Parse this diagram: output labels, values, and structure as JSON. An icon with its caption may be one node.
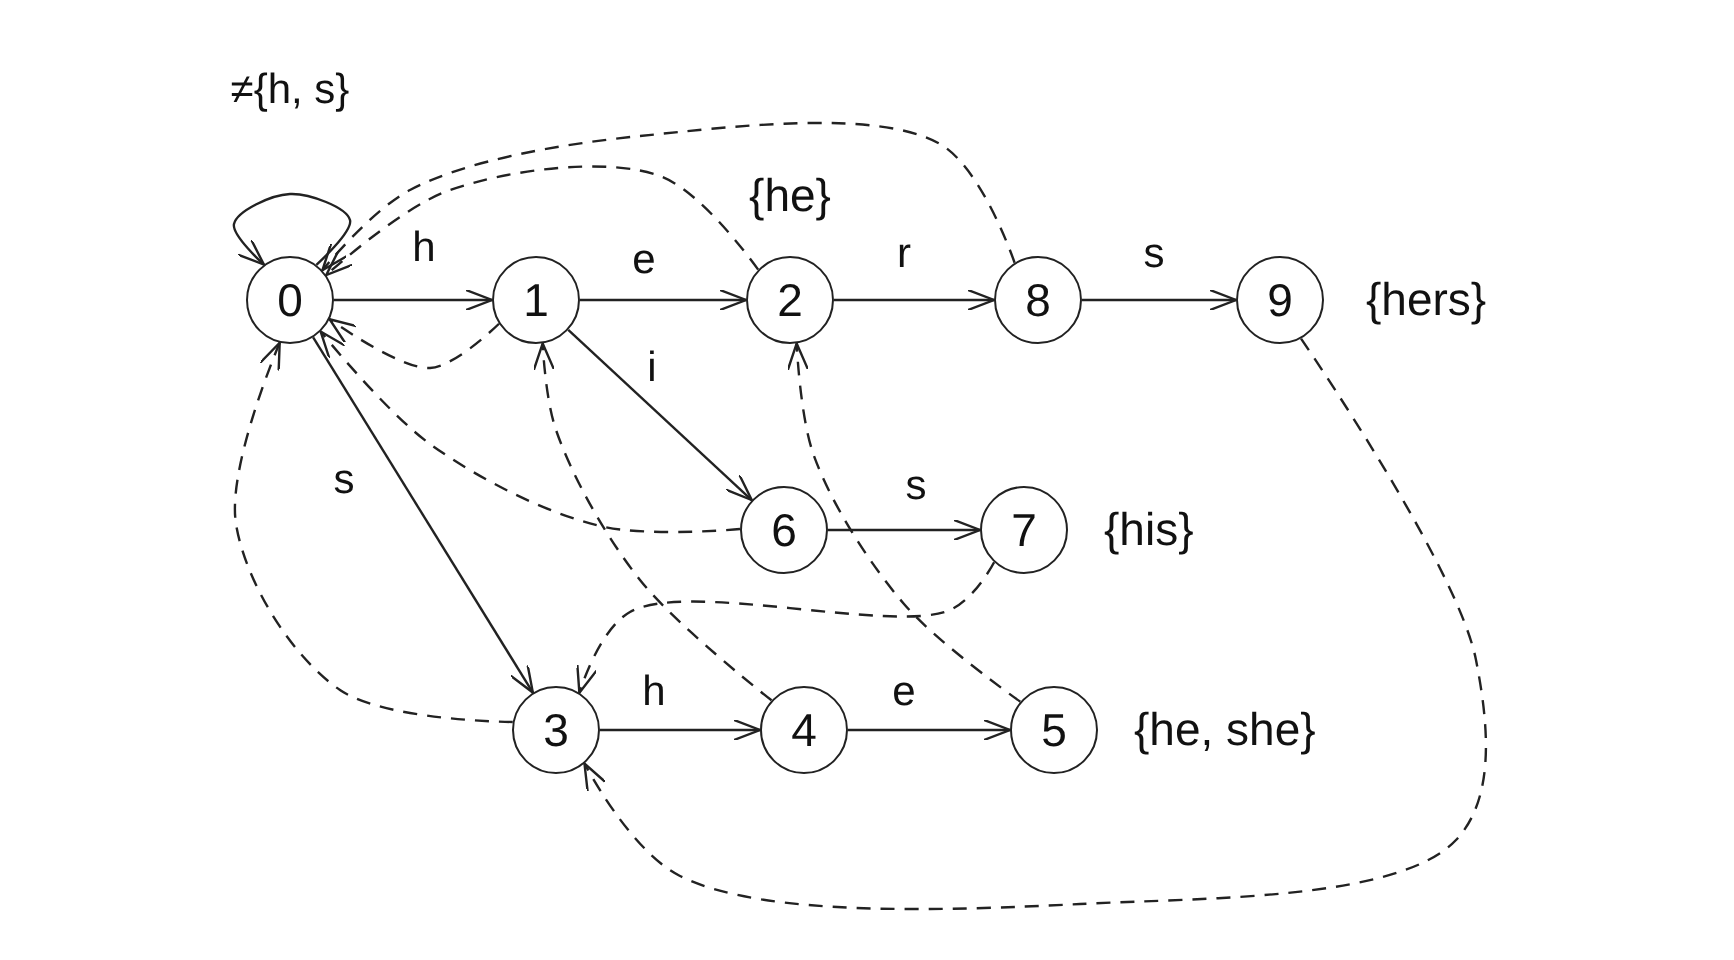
{
  "diagram": {
    "nodes": [
      {
        "text": [
          "0"
        ]
      },
      {
        "text": [
          "1"
        ]
      },
      {
        "text": [
          "2"
        ],
        "beside": [
          "{he}"
        ]
      },
      {
        "text": [
          "3"
        ]
      },
      {
        "text": [
          "4"
        ]
      },
      {
        "text": [
          "5"
        ],
        "beside": [
          "{he, she}"
        ]
      },
      {
        "text": [
          "6"
        ]
      },
      {
        "text": [
          "7"
        ],
        "beside": [
          "{his}"
        ]
      },
      {
        "text": [
          "8"
        ]
      },
      {
        "text": [
          "9"
        ],
        "beside": [
          "{hers}"
        ]
      }
    ],
    "edges": [
      {
        "from": 0,
        "to": 0,
        "arrow": "to",
        "label": "≠{h, s}"
      },
      {
        "from": 0,
        "to": 1,
        "arrow": "to",
        "label": "h"
      },
      {
        "from": 1,
        "to": 2,
        "arrow": "to",
        "label": "e"
      },
      {
        "from": 2,
        "to": 8,
        "arrow": "to",
        "label": "r"
      },
      {
        "from": 8,
        "to": 9,
        "arrow": "to",
        "label": "s"
      },
      {
        "from": 1,
        "to": 6,
        "arrow": "to",
        "label": "i"
      },
      {
        "from": 6,
        "to": 7,
        "arrow": "to",
        "label": "s"
      },
      {
        "from": 0,
        "to": 3,
        "arrow": "to",
        "label": "s"
      },
      {
        "from": 3,
        "to": 4,
        "arrow": "to",
        "label": "h"
      },
      {
        "from": 4,
        "to": 5,
        "arrow": "to",
        "label": "e"
      },
      {
        "from": 1,
        "to": 0,
        "arrow": "to",
        "style": "dashed"
      },
      {
        "from": 2,
        "to": 0,
        "arrow": "to",
        "style": "dashed"
      },
      {
        "from": 8,
        "to": 0,
        "arrow": "to",
        "style": "dashed"
      },
      {
        "from": 6,
        "to": 0,
        "arrow": "to",
        "style": "dashed"
      },
      {
        "from": 3,
        "to": 0,
        "arrow": "to",
        "style": "dashed"
      },
      {
        "from": 4,
        "to": 1,
        "arrow": "to",
        "style": "dashed"
      },
      {
        "from": 5,
        "to": 2,
        "arrow": "to",
        "style": "dashed"
      },
      {
        "from": 7,
        "to": 3,
        "arrow": "to",
        "style": "dashed"
      },
      {
        "from": 9,
        "to": 3,
        "arrow": "to",
        "style": "dashed"
      }
    ]
  }
}
